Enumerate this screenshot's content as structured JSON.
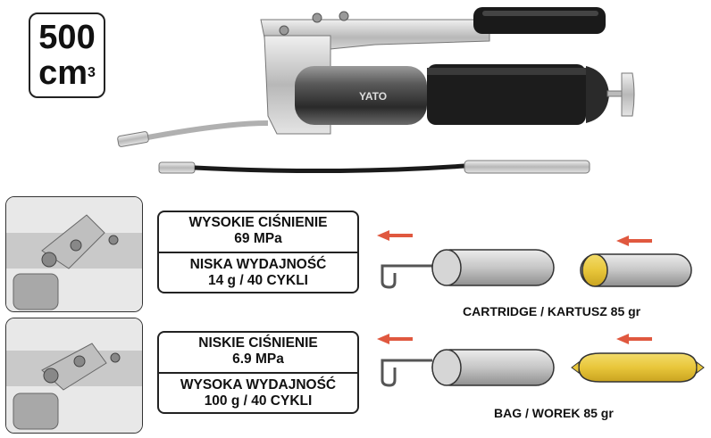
{
  "capacity": {
    "value": "500",
    "unit": "cm",
    "unit_sup": "3"
  },
  "brand_text": "YATO",
  "rows": [
    {
      "line1": "WYSOKIE CIŚNIENIE",
      "line2": "69 MPa",
      "line3": "NISKA WYDAJNOŚĆ",
      "line4": "14 g / 40 CYKLI",
      "caption": "CARTRIDGE / KARTUSZ 85 gr"
    },
    {
      "line1": "NISKIE CIŚNIENIE",
      "line2": "6.9 MPa",
      "line3": "WYSOKA WYDAJNOŚĆ",
      "line4": "100 g / 40 CYKLI",
      "caption": "BAG / WOREK 85 gr"
    }
  ],
  "colors": {
    "arrow": "#e0583f",
    "grease": "#e8c63a",
    "tube": "#c8c8c8"
  }
}
